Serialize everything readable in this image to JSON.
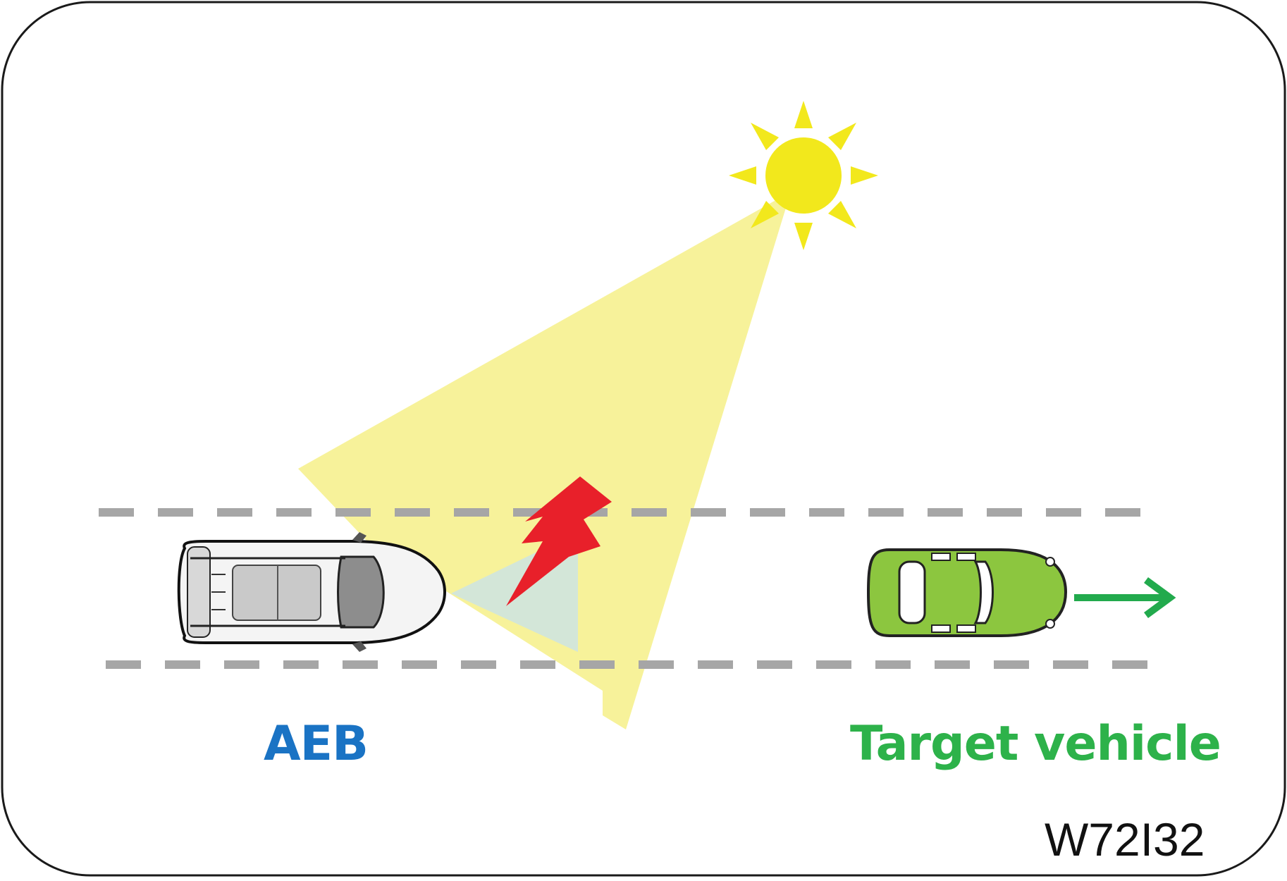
{
  "labels": {
    "aeb": "AEB",
    "target_vehicle": "Target vehicle",
    "figure_code": "W72I32"
  },
  "colors": {
    "aeb_text": "#1a73c4",
    "target_text": "#2db24a",
    "sun": "#f2e81c",
    "sun_beam": "#f7f29a",
    "glare_bolt": "#e8202a",
    "sensor_cone": "#d3e6d8",
    "lane_dash": "#a6a6a6",
    "target_car": "#8cc63f",
    "arrow": "#22aa4d",
    "frame": "#1a1a1a"
  },
  "icons": {
    "sun": "sun-icon",
    "glare": "lightning-bolt-icon",
    "ego_car": "suv-top-view-icon",
    "target_car": "car-top-view-icon",
    "direction": "arrow-right-icon"
  }
}
